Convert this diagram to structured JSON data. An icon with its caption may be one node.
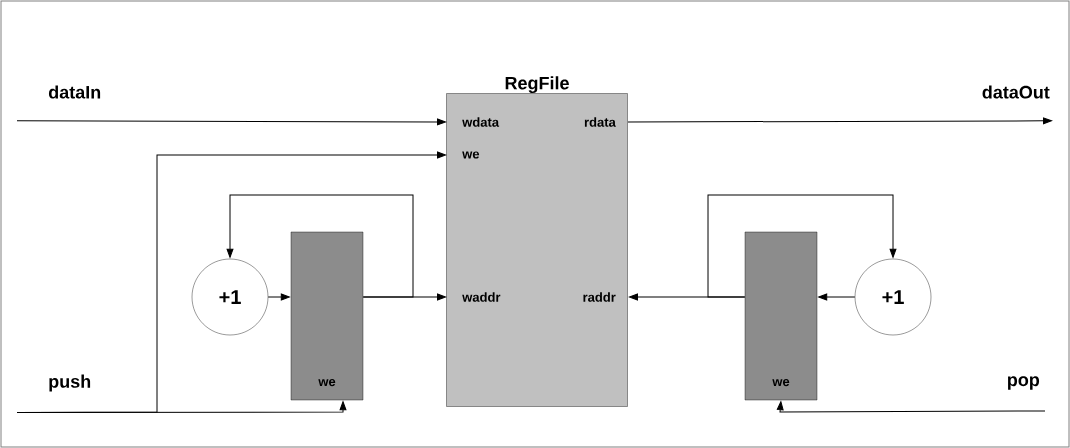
{
  "diagram": {
    "nodes": [
      {
        "text": [
          "RegFile"
        ]
      },
      {
        "text": [
          "wdata"
        ],
        "in": 0
      },
      {
        "text": [
          "we"
        ],
        "in": 0
      },
      {
        "text": [
          "waddr"
        ],
        "in": 0
      },
      {
        "text": [
          "rdata"
        ],
        "in": 0
      },
      {
        "text": [
          "raddr"
        ],
        "in": 0
      },
      {
        "text": [
          "dataIn"
        ]
      },
      {
        "text": [
          "dataOut"
        ]
      },
      {
        "text": [
          "push"
        ]
      },
      {
        "text": [
          "pop"
        ]
      },
      {
        "text": [
          "we"
        ]
      },
      {
        "text": [
          "+1"
        ]
      },
      {
        "text": [
          "we"
        ]
      },
      {
        "text": [
          "+1"
        ]
      }
    ],
    "edges": [
      {
        "from": 6,
        "to": 1,
        "arrow": "to"
      },
      {
        "from": 8,
        "to": 2,
        "arrow": "to"
      },
      {
        "from": 8,
        "to": 10,
        "arrow": "to"
      },
      {
        "from": 10,
        "to": 3,
        "arrow": "to"
      },
      {
        "from": 10,
        "to": 11,
        "arrow": "to"
      },
      {
        "from": 11,
        "to": 10,
        "arrow": "to"
      },
      {
        "from": 4,
        "to": 7,
        "arrow": "to"
      },
      {
        "from": 12,
        "to": 5,
        "arrow": "to"
      },
      {
        "from": 12,
        "to": 13,
        "arrow": "to"
      },
      {
        "from": 13,
        "to": 12,
        "arrow": "to"
      },
      {
        "from": 9,
        "to": 12,
        "arrow": "to"
      }
    ]
  }
}
